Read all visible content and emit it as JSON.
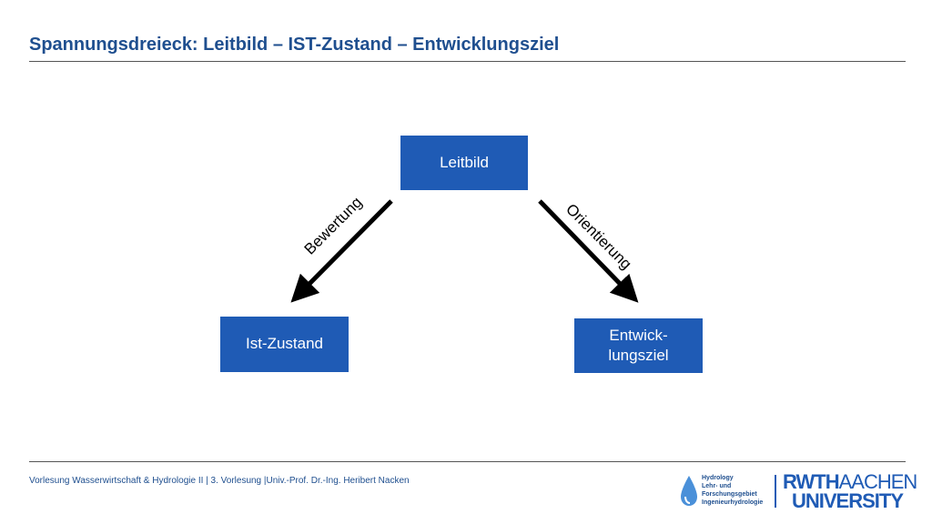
{
  "header": {
    "title": "Spannungsdreieck: Leitbild – IST-Zustand – Entwicklungsziel"
  },
  "diagram": {
    "nodes": {
      "leitbild": "Leitbild",
      "ist_zustand": "Ist-Zustand",
      "entwicklungsziel": "Entwick-\nlungsziel"
    },
    "edges": {
      "left_label": "Bewertung",
      "right_label": "Orientierung"
    },
    "colors": {
      "node_fill": "#1f5bb5",
      "arrow": "#000000",
      "title": "#1f4f8f"
    }
  },
  "footer": {
    "text": "Vorlesung Wasserwirtschaft & Hydrologie II | 3. Vorlesung |Univ.-Prof. Dr.-Ing. Heribert Nacken",
    "hydro_logo_lines": [
      "Hydrology",
      "Lehr- und",
      "Forschungsgebiet",
      "Ingenieurhydrologie"
    ],
    "rwth_line1_bold": "RWTH",
    "rwth_line1_thin": "AACHEN",
    "rwth_line2": "UNIVERSITY"
  }
}
